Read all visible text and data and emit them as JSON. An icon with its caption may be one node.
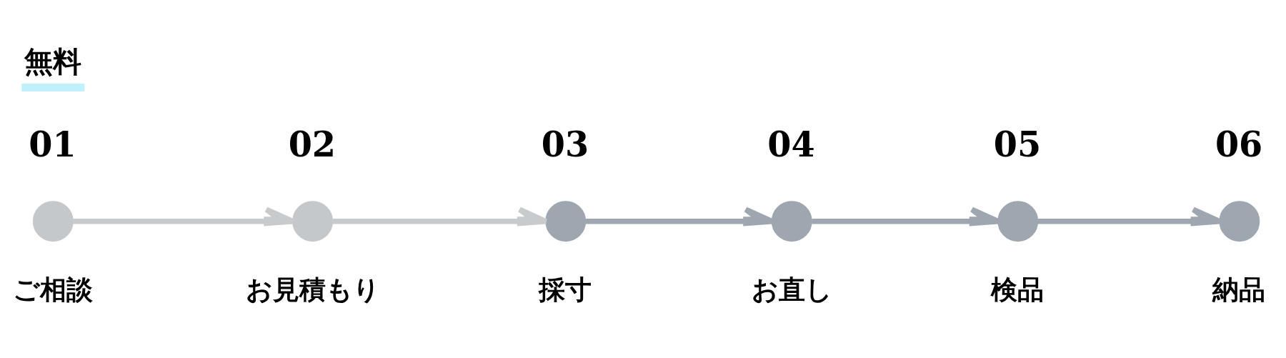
{
  "diagram": {
    "nodes": [
      {
        "text": [
          "01",
          "ご相談"
        ]
      },
      {
        "text": [
          "02",
          "お見積もり"
        ]
      },
      {
        "text": [
          "03",
          "採寸"
        ]
      },
      {
        "text": [
          "04",
          "お直し"
        ]
      },
      {
        "text": [
          "05",
          "検品"
        ]
      },
      {
        "text": [
          "06",
          "納品"
        ]
      }
    ],
    "edges": [
      {
        "from": 0,
        "to": 1,
        "arrow": "to",
        "color": "#c8cacc"
      },
      {
        "from": 1,
        "to": 2,
        "arrow": "to",
        "color": "#c8cacc"
      },
      {
        "from": 2,
        "to": 3,
        "arrow": "to"
      },
      {
        "from": 3,
        "to": 4,
        "arrow": "to"
      },
      {
        "from": 4,
        "to": 5,
        "arrow": "to"
      }
    ],
    "labels": [
      "無料"
    ]
  }
}
